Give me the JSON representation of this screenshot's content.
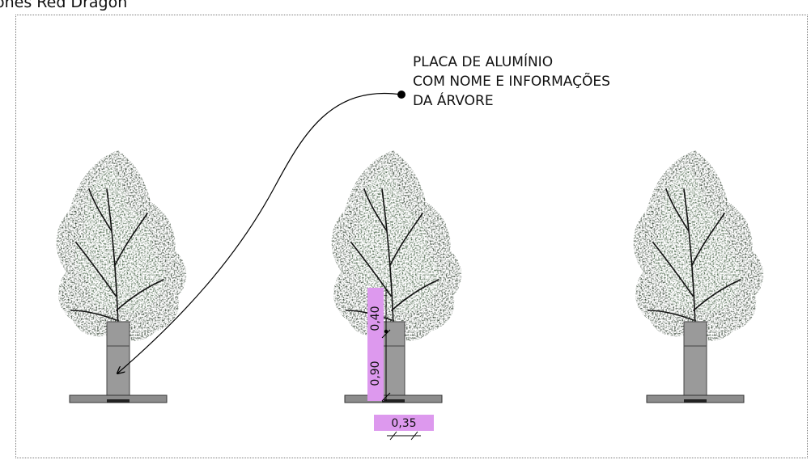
{
  "window_title": "ones Red Dragon",
  "annotation": {
    "lines": [
      "PLACA DE ALUMÍNIO",
      "COM NOME E INFORMAÇÕES",
      "DA ÁRVORE"
    ]
  },
  "dimensions": {
    "upper_height": "0,40",
    "lower_height": "0,90",
    "post_width": "0,35",
    "label_color": "#dd99ee"
  },
  "colors": {
    "foliage_dark": "#1c2a1c",
    "foliage_mid": "#2e4a2e",
    "post": "#9a9a9a",
    "base": "#8c8c8c"
  }
}
